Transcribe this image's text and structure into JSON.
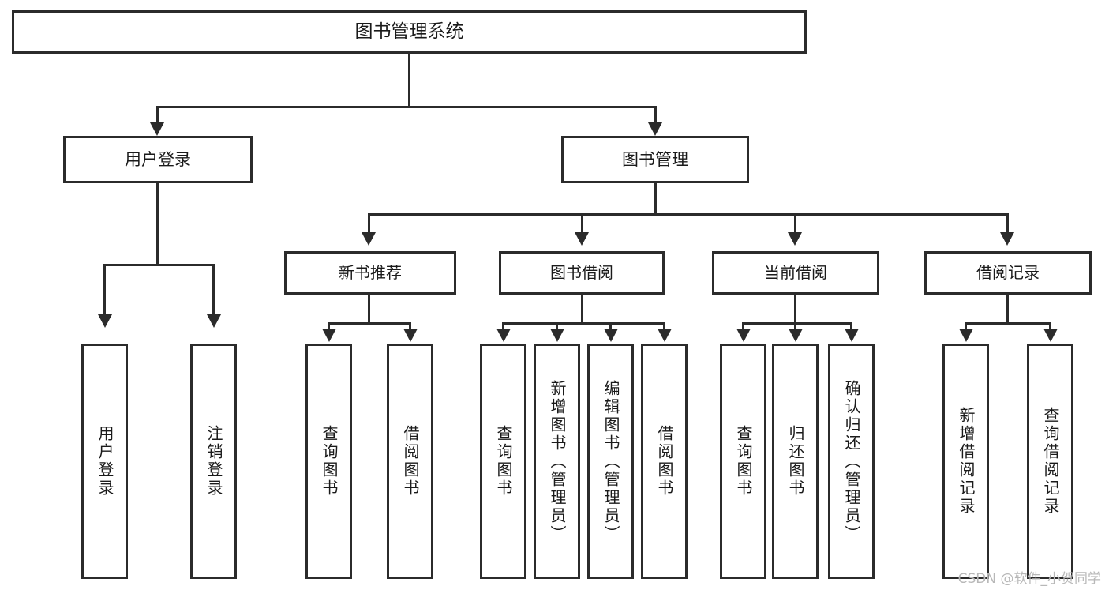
{
  "diagram": {
    "title": "图书管理系统",
    "type": "tree-hierarchy",
    "root": {
      "label": "图书管理系统"
    },
    "level1": [
      {
        "label": "用户登录"
      },
      {
        "label": "图书管理"
      }
    ],
    "level2": [
      {
        "label": "新书推荐"
      },
      {
        "label": "图书借阅"
      },
      {
        "label": "当前借阅"
      },
      {
        "label": "借阅记录"
      }
    ],
    "leaves": {
      "user_login": [
        {
          "label": "用户登录"
        },
        {
          "label": "注销登录"
        }
      ],
      "new_book_rec": [
        {
          "label": "查询图书"
        },
        {
          "label": "借阅图书"
        }
      ],
      "book_borrow": [
        {
          "label": "查询图书"
        },
        {
          "label": "新增图书（管理员）"
        },
        {
          "label": "编辑图书（管理员）"
        },
        {
          "label": "借阅图书"
        }
      ],
      "current_borrow": [
        {
          "label": "查询图书"
        },
        {
          "label": "归还图书"
        },
        {
          "label": "确认归还（管理员）"
        }
      ],
      "borrow_record": [
        {
          "label": "新增借阅记录"
        },
        {
          "label": "查询借阅记录"
        }
      ]
    }
  },
  "watermark": {
    "text": "CSDN @软件_小贺同学"
  },
  "colors": {
    "stroke": "#2b2b2b",
    "fill": "#ffffff",
    "text": "#1a1a1a",
    "watermark": "#b8b8b8"
  }
}
